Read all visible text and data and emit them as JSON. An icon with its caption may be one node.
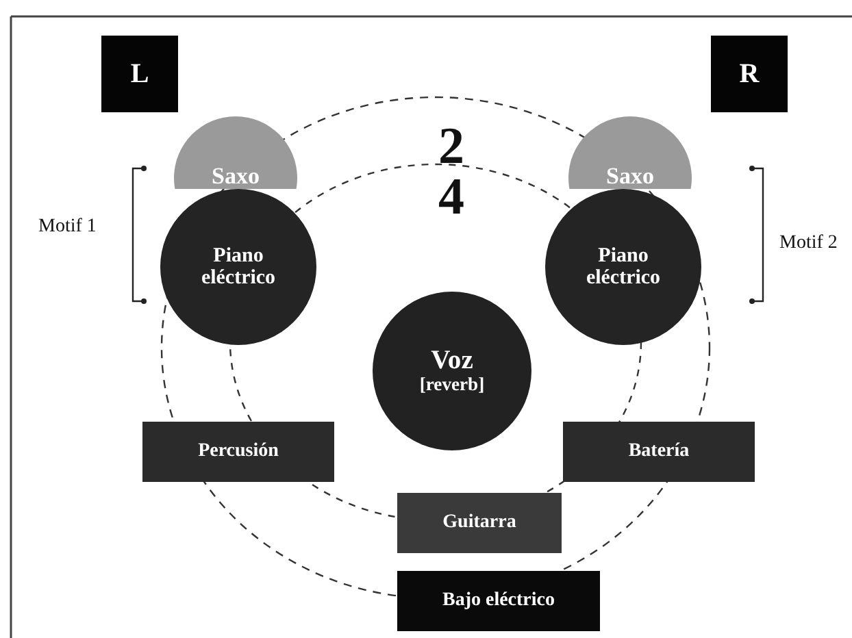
{
  "diagram": {
    "nodes": [
      {
        "text": [
          "L"
        ]
      },
      {
        "text": [
          "R"
        ]
      },
      {
        "text": [
          "Saxo"
        ]
      },
      {
        "text": [
          "Saxo"
        ]
      },
      {
        "text": [
          "Piano eléctrico"
        ]
      },
      {
        "text": [
          "Piano eléctrico"
        ]
      },
      {
        "text": [
          "Voz",
          "[reverb]"
        ]
      },
      {
        "text": [
          "Percusión"
        ]
      },
      {
        "text": [
          "Batería"
        ]
      },
      {
        "text": [
          "Guitarra"
        ]
      },
      {
        "text": [
          "Bajo eléctrico"
        ]
      }
    ],
    "labels": [
      "2",
      "4",
      "Motif 1",
      "Motif 2"
    ]
  }
}
